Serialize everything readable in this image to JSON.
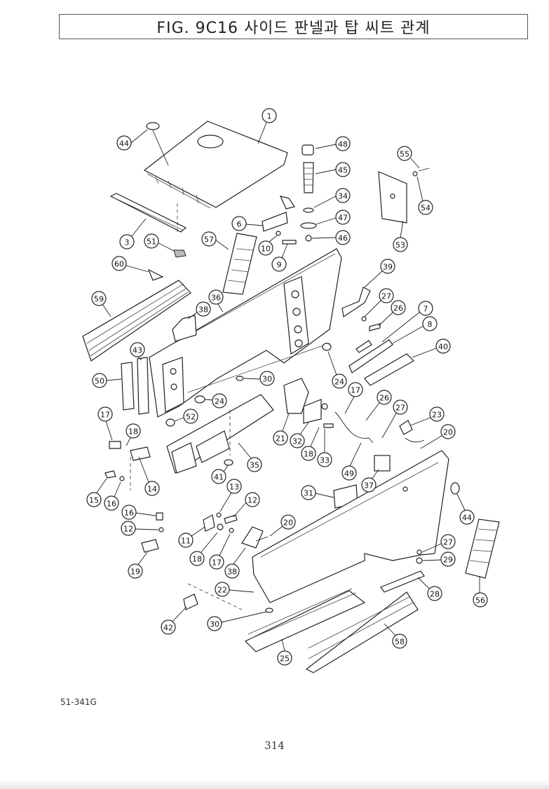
{
  "title": "FIG. 9C16 사이드 판넬과 탑 씨트 관계",
  "figure_code": "51-341G",
  "page_number": "314",
  "callouts": [
    "1",
    "44",
    "48",
    "45",
    "55",
    "34",
    "47",
    "54",
    "46",
    "6",
    "57",
    "3",
    "51",
    "10",
    "53",
    "9",
    "60",
    "39",
    "59",
    "36",
    "27",
    "38",
    "26",
    "7",
    "8",
    "40",
    "43",
    "50",
    "30",
    "24",
    "17",
    "52",
    "21",
    "32",
    "26",
    "27",
    "23",
    "18",
    "20",
    "18",
    "33",
    "35",
    "14",
    "41",
    "49",
    "37",
    "15",
    "16",
    "13",
    "31",
    "12",
    "44",
    "16",
    "12",
    "11",
    "18",
    "17",
    "20",
    "38",
    "27",
    "29",
    "19",
    "28",
    "22",
    "56",
    "42",
    "30",
    "58",
    "25"
  ]
}
